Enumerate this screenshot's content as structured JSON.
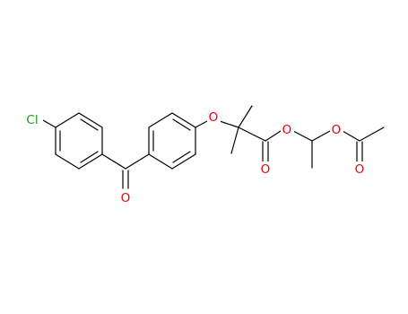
{
  "molecule": {
    "atom_labels": {
      "cl": "Cl",
      "o_ketone": "O",
      "o_ether": "O",
      "o_carbonyl": "O",
      "o_ester": "O",
      "o_acetoxy": "O",
      "o_acetyl": "O"
    },
    "colors": {
      "bond": "#000000",
      "chlorine": "#1a9a1a",
      "oxygen": "#e8000b",
      "background": "#ffffff"
    }
  }
}
